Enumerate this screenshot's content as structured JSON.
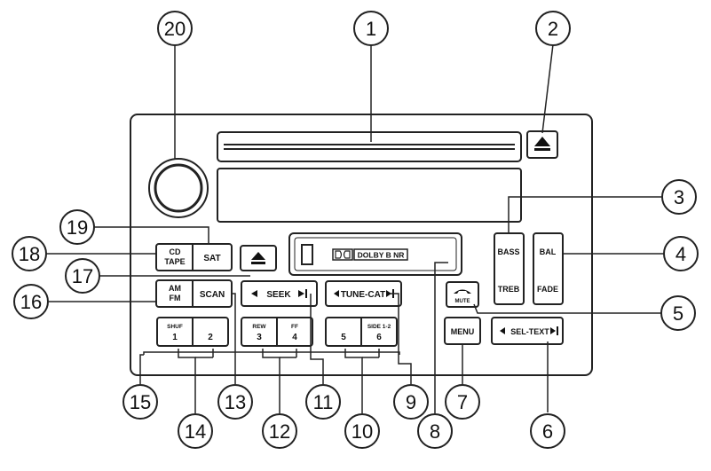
{
  "buttons": {
    "cd_tape_line1": "CD",
    "cd_tape_line2": "TAPE",
    "sat": "SAT",
    "am_fm_line1": "AM",
    "am_fm_line2": "FM",
    "scan": "SCAN",
    "seek": "SEEK",
    "tune_cat": "TUNE-CAT",
    "preset1_label": "SHUF",
    "preset1_num": "1",
    "preset2_num": "2",
    "preset3_label": "REW",
    "preset3_num": "3",
    "preset4_label": "FF",
    "preset4_num": "4",
    "preset5_num": "5",
    "preset6_label": "SIDE 1-2",
    "preset6_num": "6",
    "bass": "BASS",
    "treb": "TREB",
    "bal": "BAL",
    "fade": "FADE",
    "mute": "MUTE",
    "menu": "MENU",
    "sel_text": "SEL-TEXT"
  },
  "display": {
    "dolby": "DOLBY B NR"
  },
  "callouts": [
    "1",
    "2",
    "3",
    "4",
    "5",
    "6",
    "7",
    "8",
    "9",
    "10",
    "11",
    "12",
    "13",
    "14",
    "15",
    "16",
    "17",
    "18",
    "19",
    "20"
  ]
}
